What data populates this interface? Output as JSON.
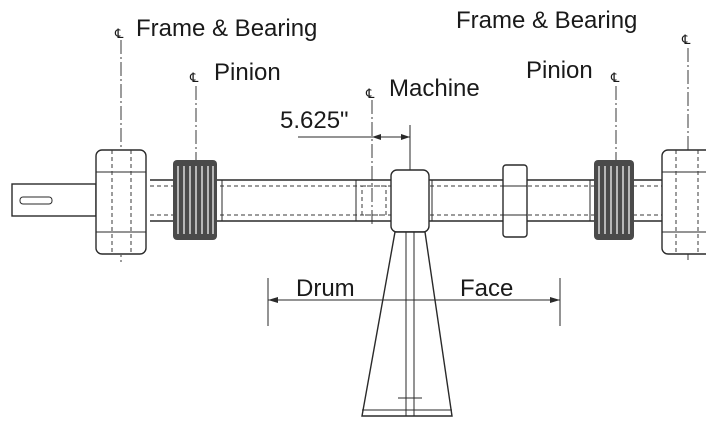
{
  "labels": {
    "frame_bearing_left": "Frame & Bearing",
    "frame_bearing_right": "Frame & Bearing",
    "pinion_left": "Pinion",
    "pinion_right": "Pinion",
    "machine": "Machine",
    "offset_dimension": "5.625\"",
    "drum": "Drum",
    "face": "Face"
  },
  "symbols": {
    "centerline": "℄"
  }
}
